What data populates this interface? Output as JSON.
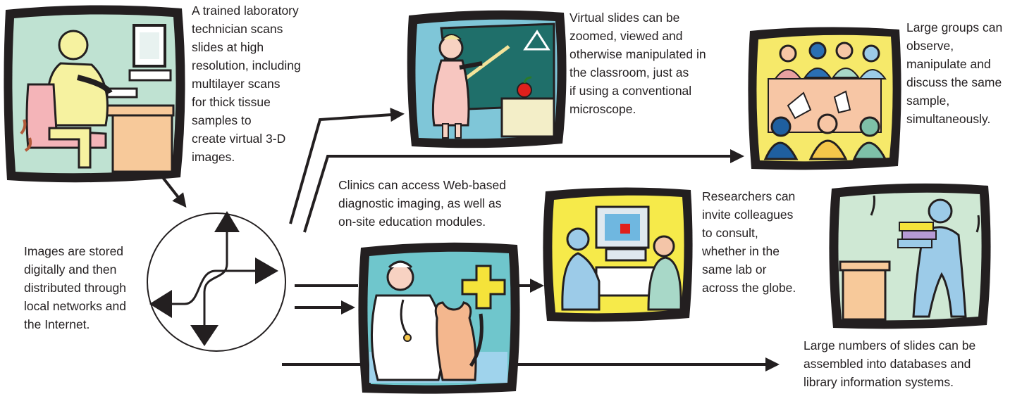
{
  "captions": {
    "technician": "A trained laboratory\ntechnician scans\nslides at high\nresolution, including\nmultilayer scans\nfor thick tissue\nsamples to\ncreate virtual 3-D\nimages.",
    "classroom": "Virtual slides can be\nzoomed, viewed and\notherwise manipulated in\nthe classroom, just as\nif using a conventional\nmicroscope.",
    "groups": "Large groups can\nobserve,\nmanipulate and\ndiscuss the same\nsample,\nsimultaneously.",
    "clinics": "Clinics can access Web-based\ndiagnostic imaging, as well as\non-site education modules.",
    "researchers": "Researchers can\ninvite colleagues\nto consult,\nwhether in the\nsame lab or\nacross the globe.",
    "storage": "Images are stored\ndigitally and then\ndistributed through\nlocal networks and\nthe Internet.",
    "databases": "Large numbers of slides can be\nassembled into databases and\nlibrary information systems."
  },
  "icons": [
    "technician-scanning-icon",
    "classroom-teacher-icon",
    "group-discussion-icon",
    "veterinary-clinic-icon",
    "researchers-computer-icon",
    "records-carrier-icon",
    "network-hub-icon"
  ]
}
